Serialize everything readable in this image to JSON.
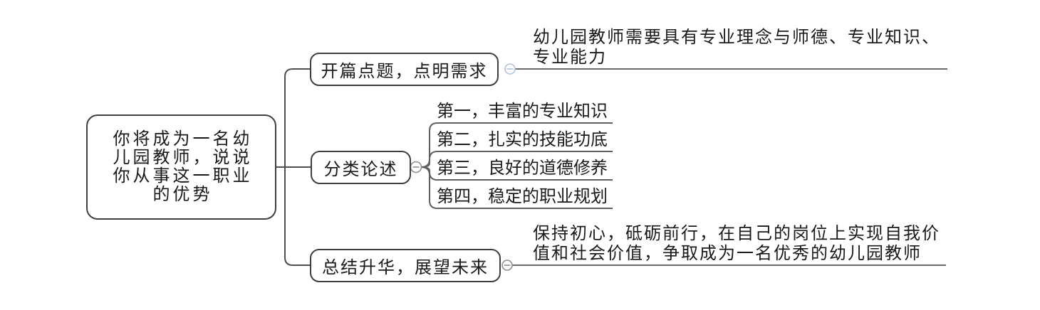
{
  "mindmap": {
    "root": {
      "label_lines": [
        "你将成为一名幼",
        "儿园教师，说说",
        "你从事这一职业",
        "的优势"
      ]
    },
    "branches": [
      {
        "label": "开篇点题，点明需求",
        "note_lines": [
          "幼儿园教师需要具有专业理念与师德、专业知识、",
          "专业能力"
        ]
      },
      {
        "label": "分类论述",
        "subtopics": [
          "第一，丰富的专业知识",
          "第二，扎实的技能功底",
          "第三，良好的道德修养",
          "第四，稳定的职业规划"
        ]
      },
      {
        "label": "总结升华，展望未来",
        "note_lines": [
          "保持初心，砥砺前行，在自己的岗位上实现自我价",
          "值和社会价值，争取成为一名优秀的幼儿园教师"
        ]
      }
    ],
    "handles": {
      "symbol": "minus",
      "count": 3
    },
    "colors": {
      "branch_line": "#4e4e4e",
      "underline": "#646464",
      "topic_border": "#3f3f3f",
      "handle_accent": "#b5c2da",
      "handle_gray": "#8f8f8f",
      "text": "#1a1a1a",
      "background": "#ffffff"
    }
  }
}
